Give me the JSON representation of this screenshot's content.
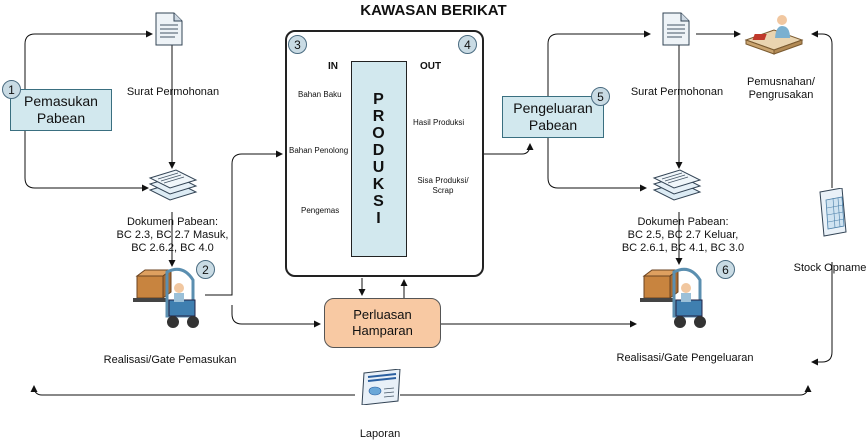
{
  "title": "KAWASAN BERIKAT",
  "boxes": {
    "pemasukan": "Pemasukan\nPabean",
    "pengeluaran": "Pengeluaran\nPabean",
    "produksi": [
      "P",
      "R",
      "O",
      "D",
      "U",
      "K",
      "S",
      "I"
    ],
    "perluasan": "Perluasan\nHamparan"
  },
  "numbers": [
    "1",
    "2",
    "3",
    "4",
    "5",
    "6"
  ],
  "io": {
    "in": "IN",
    "out": "OUT"
  },
  "inputs": [
    "Bahan Baku",
    "Bahan Penolong",
    "Pengemas"
  ],
  "outputs": [
    "Hasil Produksi",
    "Sisa Produksi/\nScrap"
  ],
  "labels": {
    "surat_left": "Surat Permohonan",
    "surat_right": "Surat Permohonan",
    "dokumen_left": "Dokumen Pabean:\nBC 2.3, BC 2.7 Masuk,\nBC 2.6.2, BC 4.0",
    "dokumen_right": "Dokumen Pabean:\nBC 2.5, BC 2.7 Keluar,\nBC 2.6.1, BC 4.1, BC 3.0",
    "gate_left": "Realisasi/Gate Pemasukan",
    "gate_right": "Realisasi/Gate Pengeluaran",
    "pemusnahan": "Pemusnahan/\nPengrusakan",
    "stock": "Stock Opname",
    "laporan": "Laporan"
  },
  "icons": [
    "document-icon",
    "documents-stack-icon",
    "forklift-icon",
    "person-at-desk-icon",
    "spreadsheet-icon",
    "report-icon"
  ],
  "colors": {
    "box_fill": "#d2e8ee",
    "perluasan_fill": "#f8c9a3",
    "number_fill": "#c9dbe4"
  }
}
